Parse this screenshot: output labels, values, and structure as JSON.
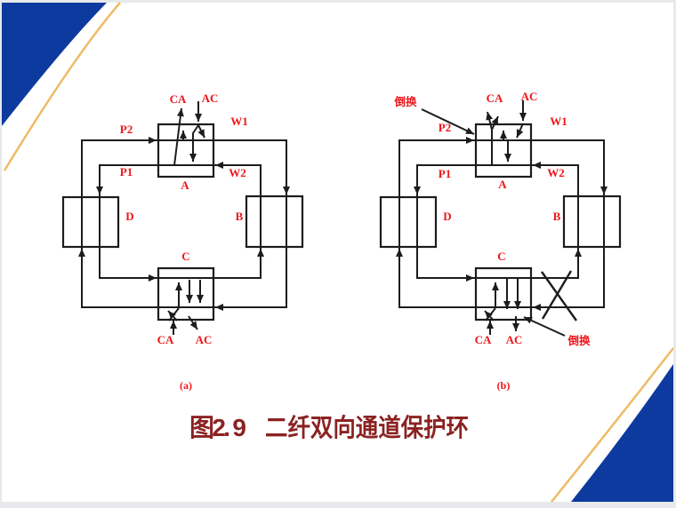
{
  "colors": {
    "frame_gray": "#e7e9ec",
    "slide_white": "#ffffff",
    "navy": "#0d3a9e",
    "gold": "#eebb66",
    "label_red": "#ee1518",
    "caption_maroon": "#8b2222",
    "line_black": "#1c1c1c"
  },
  "caption": {
    "number": "图2. 9",
    "title": "二纤双向通道保护环"
  },
  "diagrams": [
    {
      "sublabel": "(a)",
      "labels": {
        "ca_top": "CA",
        "ac_top": "AC",
        "p2": "P2",
        "w1": "W1",
        "p1": "P1",
        "w2": "W2",
        "node_a": "A",
        "node_b": "B",
        "node_c": "C",
        "node_d": "D",
        "ca_bottom": "CA",
        "ac_bottom": "AC"
      }
    },
    {
      "sublabel": "(b)",
      "labels": {
        "ca_top": "CA",
        "ac_top": "AC",
        "p2": "P2",
        "w1": "W1",
        "p1": "P1",
        "w2": "W2",
        "node_a": "A",
        "node_b": "B",
        "node_c": "C",
        "node_d": "D",
        "ca_bottom": "CA",
        "ac_bottom": "AC",
        "switch_top": "倒换",
        "switch_bottom": "倒换"
      }
    }
  ]
}
